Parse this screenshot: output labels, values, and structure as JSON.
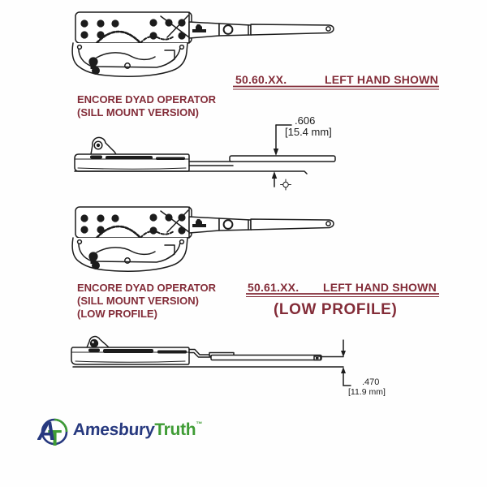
{
  "colors": {
    "maroon_text": "#832c38",
    "drawing_line": "#1c1c1c",
    "logo_navy": "#27397f",
    "logo_green": "#3f9c35"
  },
  "sections": [
    {
      "part_number": "50.60.XX.",
      "hand_label": "LEFT HAND SHOWN",
      "description_lines": [
        "ENCORE DYAD OPERATOR",
        "(SILL MOUNT VERSION)"
      ],
      "dimension": {
        "inches": ".606",
        "metric": "[15.4 mm]"
      }
    },
    {
      "part_number": "50.61.XX.",
      "hand_label": "LEFT HAND SHOWN",
      "profile_label": "(LOW PROFILE)",
      "description_lines": [
        "ENCORE DYAD OPERATOR",
        "(SILL MOUNT VERSION)",
        "(LOW PROFILE)"
      ],
      "dimension": {
        "inches": ".470",
        "metric": "[11.9 mm]"
      }
    }
  ],
  "logo": {
    "brand_part1": "Amesbury",
    "brand_part2": "Truth",
    "trademark": "™",
    "icon_a": "A",
    "icon_b": "T"
  }
}
